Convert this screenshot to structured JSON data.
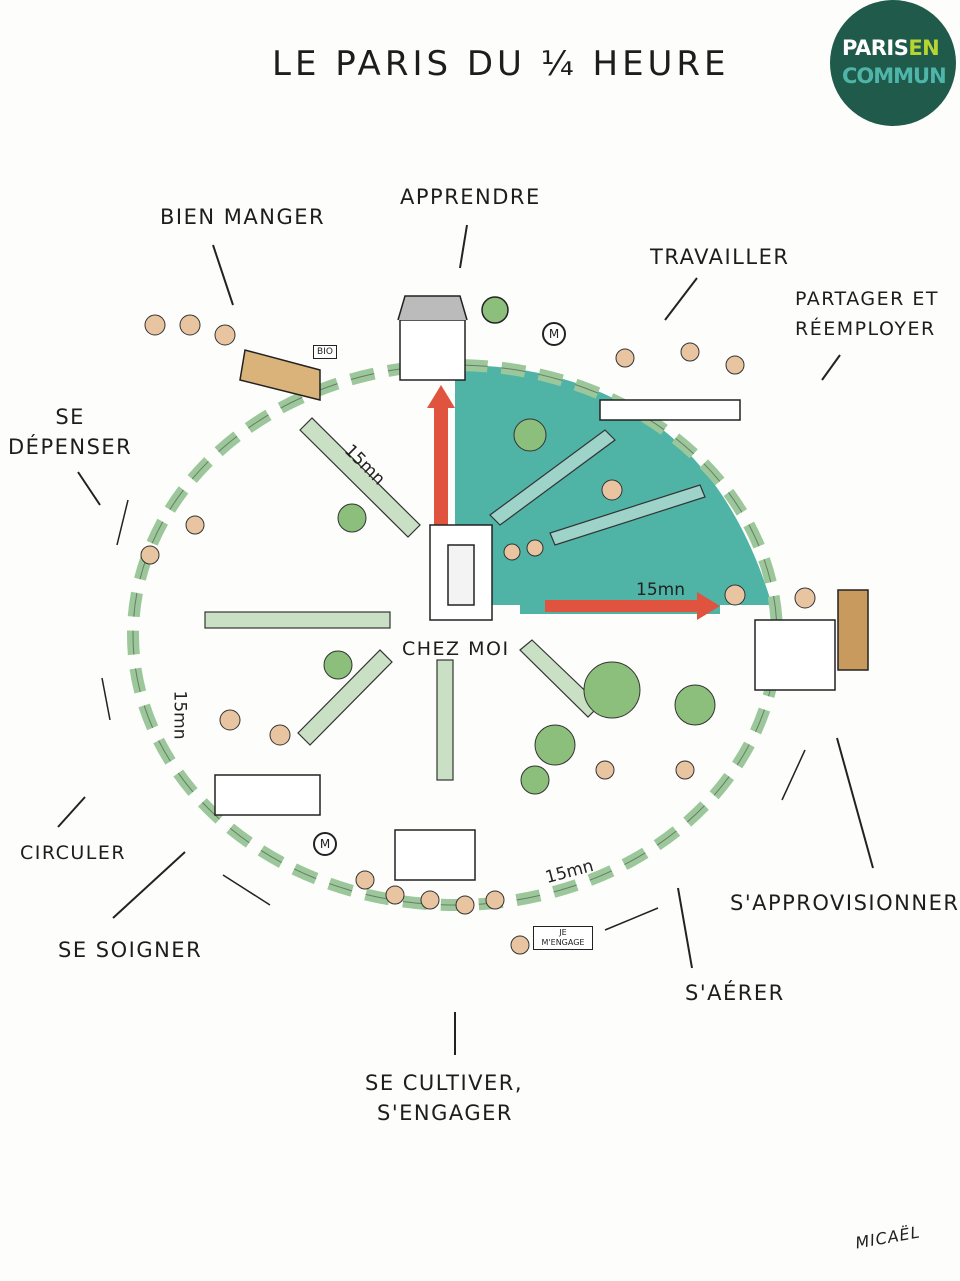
{
  "title": "LE PARIS DU ¼ HEURE",
  "logo": {
    "line1_a": "PARIS",
    "line1_b": "EN",
    "line2": "COMMUN",
    "bg": "#1f5a4b"
  },
  "labels": {
    "bien_manger": "BIEN MANGER",
    "apprendre": "APPRENDRE",
    "travailler": "TRAVAILLER",
    "partager_1": "PARTAGER ET",
    "partager_2": "RÉEMPLOYER",
    "se_depenser_1": "SE",
    "se_depenser_2": "DÉPENSER",
    "chez_moi": "CHEZ MOI",
    "circuler": "CIRCULER",
    "se_soigner": "SE SOIGNER",
    "approvisionner": "S'APPROVISIONNER",
    "aerer": "S'AÉRER",
    "cultiver_1": "SE CULTIVER,",
    "cultiver_2": "S'ENGAGER"
  },
  "durations": [
    "15mn",
    "15mn",
    "15mn",
    "15mn"
  ],
  "signs": {
    "bio": "BIO",
    "metro": "M",
    "engage": "JE M'ENGAGE"
  },
  "signature": "MICAËL",
  "colors": {
    "teal": "#4fb3a5",
    "green_ring": "#9cc79a",
    "arrow": "#e0533f"
  }
}
